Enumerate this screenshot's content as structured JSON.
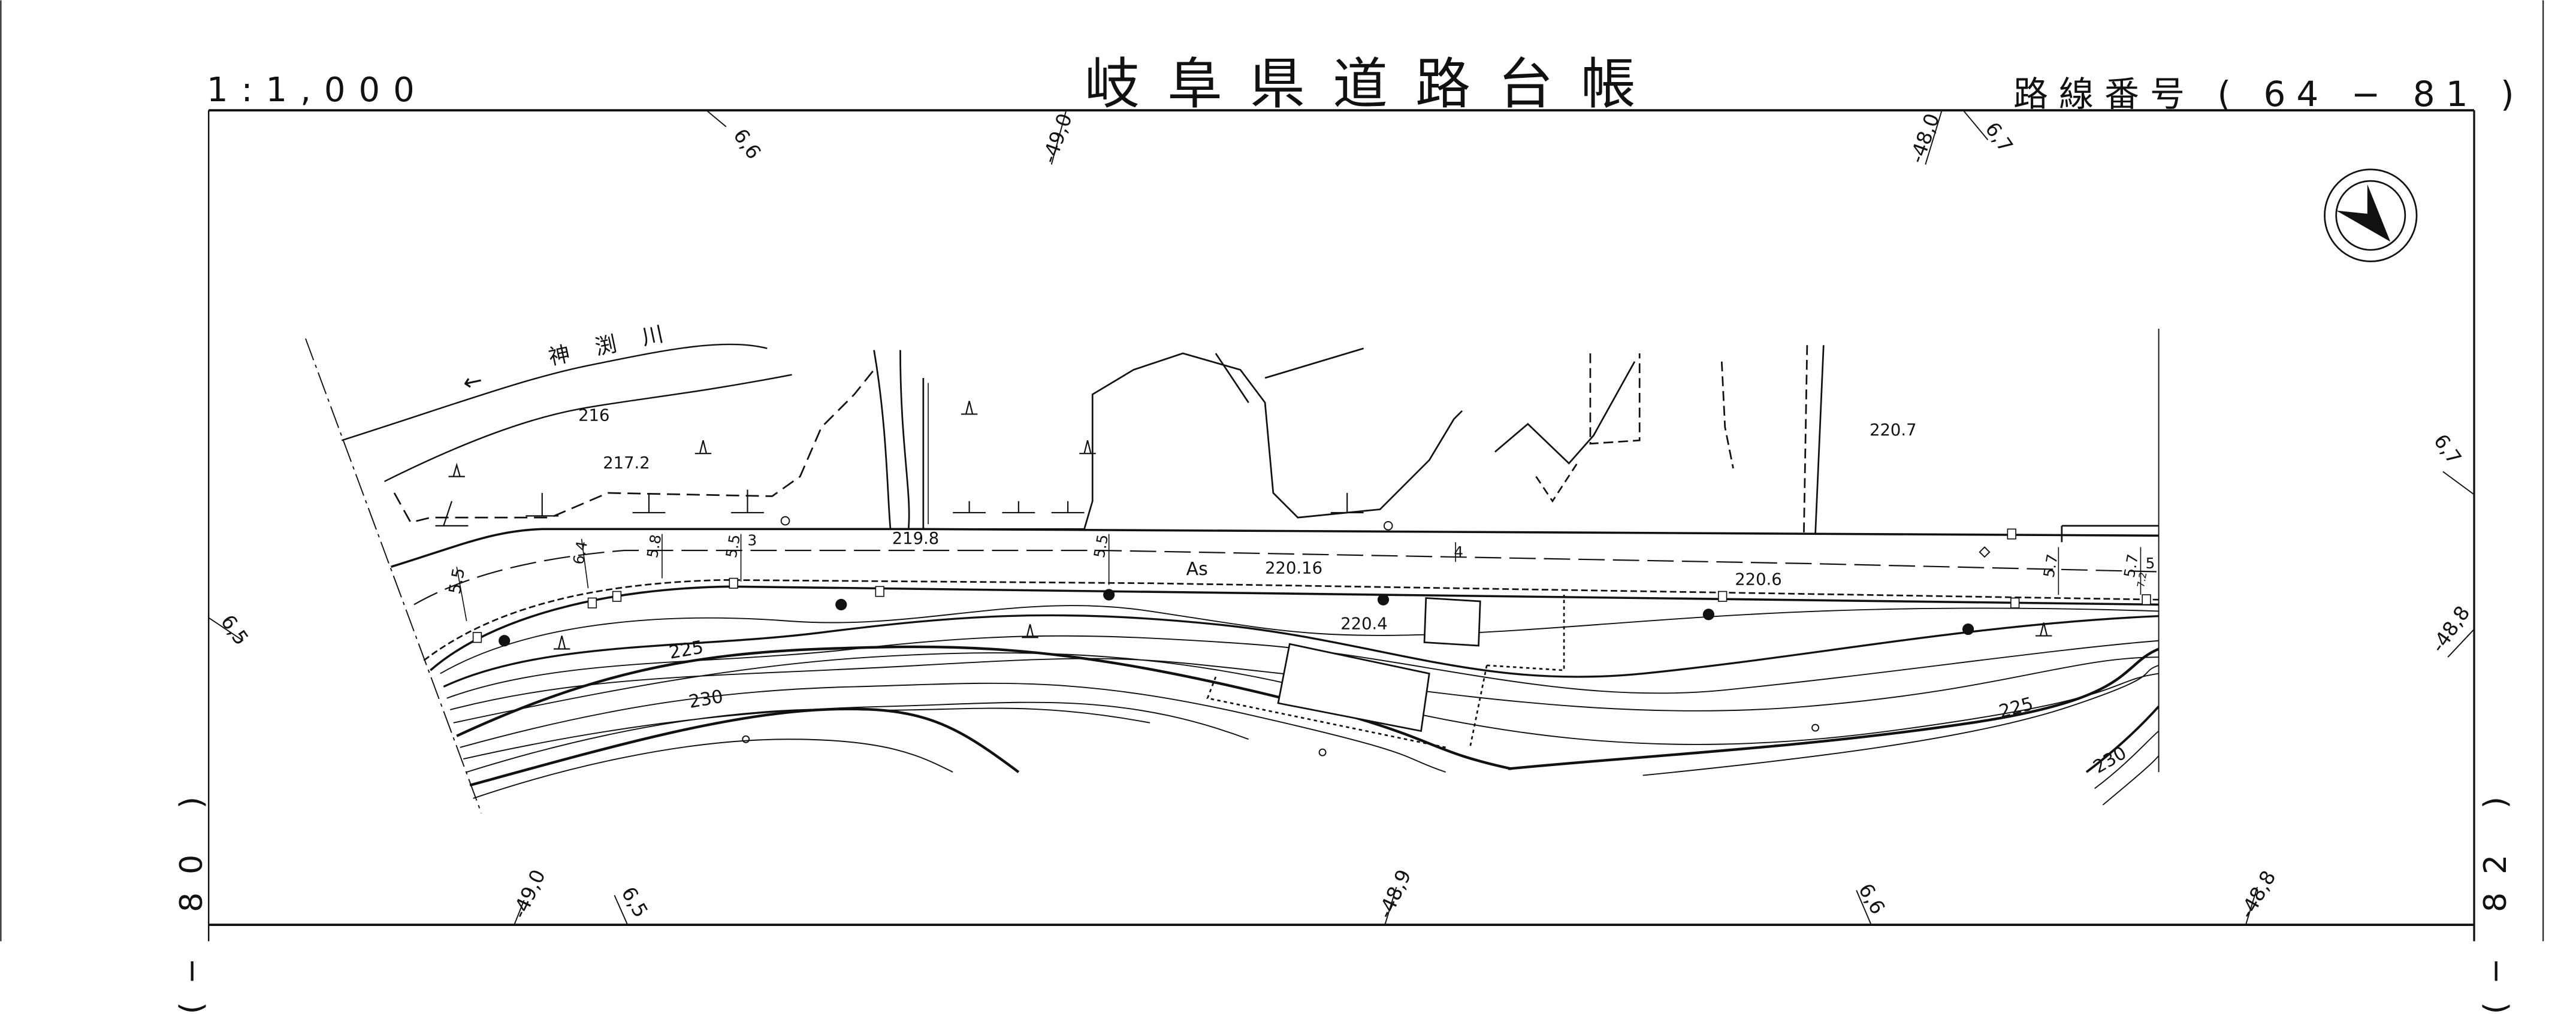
{
  "header": {
    "scale": "1:1,000",
    "title": "岐阜県道路台帳",
    "route_number_label": "路線番号",
    "route_number": "( 64 − 81 )"
  },
  "side_labels": {
    "left": "(− 80 )",
    "right": "(− 82 )"
  },
  "grid_labels": {
    "top": [
      "6,6",
      "-49,0",
      "-48,0",
      "6,7"
    ],
    "bottom": [
      "-49,0",
      "6,5",
      "-48,9",
      "6,6",
      "-48,8"
    ],
    "left": [
      "6,5"
    ],
    "right": [
      "6,7",
      "-48,8"
    ]
  },
  "map": {
    "river_name": "神渕川",
    "flow_arrow": "←",
    "surface_label": "As",
    "elevations": [
      "216",
      "217.2",
      "219.8",
      "220.16",
      "220.4",
      "220.6",
      "220.7"
    ],
    "contour_labels": [
      "225",
      "230",
      "225",
      "230"
    ],
    "road_widths": [
      "5.5",
      "6.4",
      "5.8",
      "5.5",
      "3",
      "5.5",
      "4",
      "5.7",
      "5.7",
      "5",
      "7.2"
    ],
    "north_arrow": "north-arrow-icon"
  }
}
